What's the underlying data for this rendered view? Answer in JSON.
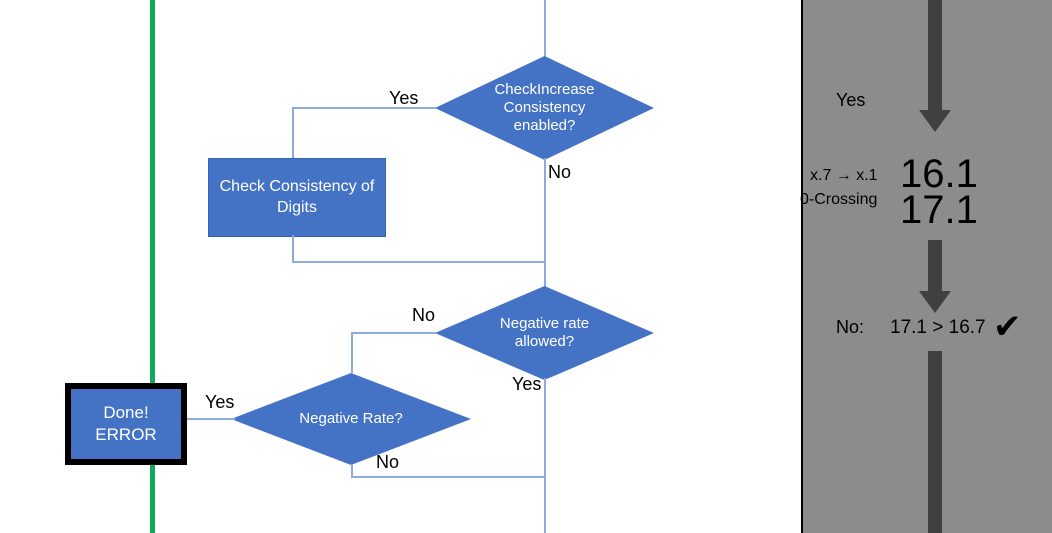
{
  "meta": {
    "title": "Flowchart: rate consistency checks with rounding example panel"
  },
  "flow": {
    "decision_check_increase": {
      "lines": [
        "CheckIncrease",
        "Consistency",
        "enabled?"
      ],
      "yes_label": "Yes",
      "no_label": "No"
    },
    "process_check_consistency": {
      "lines": [
        "Check Consistency",
        "of Digits"
      ]
    },
    "decision_negative_rate_allowed": {
      "lines": [
        "Negative rate",
        "allowed?"
      ],
      "no_label": "No",
      "yes_label": "Yes"
    },
    "decision_negative_rate": {
      "lines": [
        "Negative Rate?"
      ],
      "no_label": "No",
      "yes_label": "Yes"
    },
    "terminator_error": {
      "lines": [
        "Done!",
        "ERROR"
      ]
    }
  },
  "panel": {
    "yes_label": "Yes",
    "rounding_label_line1": "x.7 → x.1",
    "rounding_label_line2": "0-Crossing",
    "value_struck": "16.1",
    "value_result": "17.1",
    "comparison_prefix": "No:",
    "comparison_expr": "17.1 > 16.7",
    "comparison_check": "✔"
  },
  "colors": {
    "shape_blue": "#4472C4",
    "connector_blue": "#8EAADB",
    "guide_green": "#0FA958",
    "panel_gray": "#8C8C8C",
    "arrow_gray": "#404040",
    "text_white": "#FFFFFF",
    "text_black": "#000000"
  }
}
